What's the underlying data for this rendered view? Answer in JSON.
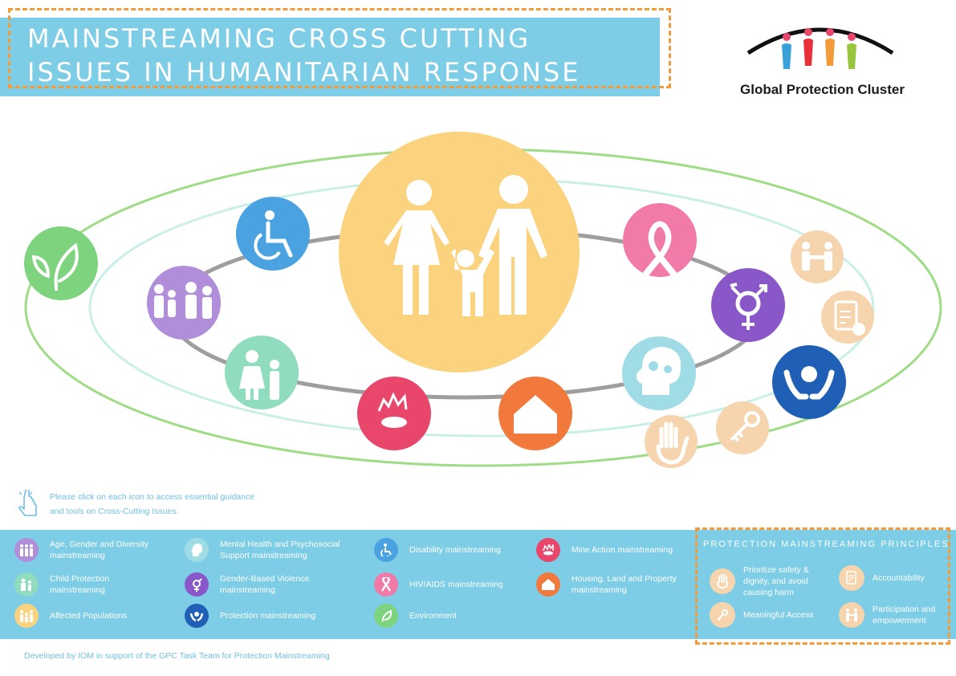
{
  "header": {
    "title_line1": "MAINSTREAMING CROSS CUTTING",
    "title_line2": "ISSUES IN HUMANITARIAN RESPONSE",
    "logo_text": "Global Protection Cluster"
  },
  "colors": {
    "header_bg": "#7ecde6",
    "dashed_accent": "#f39a3a",
    "family_circle": "#fbd27e",
    "environment": "#7ed37e",
    "disability": "#4aa3e0",
    "age_gender_diversity": "#b08ed9",
    "child_protection": "#8fdcbf",
    "mine_action": "#e8466b",
    "housing": "#f0793b",
    "hiv_aids": "#f27aa8",
    "gender_based_violence": "#8a57c9",
    "mental_health": "#9fdce6",
    "protection": "#1f5fb5",
    "principle_icon": "#f6d4ad"
  },
  "instruction_text": "Please click on each icon to access essential guidance and tools on Cross-Cutting Issues.",
  "legend": {
    "items": [
      {
        "label": "Age, Gender and Diversity mainstreaming",
        "icon": "family-group-icon"
      },
      {
        "label": "Child Protection mainstreaming",
        "icon": "child-protection-icon"
      },
      {
        "label": "Affected Populations",
        "icon": "affected-populations-icon"
      },
      {
        "label": "Mental Health and Psychosocial Support mainstreaming",
        "icon": "head-gears-icon"
      },
      {
        "label": "Gender-Based Violence mainstreaming",
        "icon": "gender-symbol-icon"
      },
      {
        "label": "Protection mainstreaming",
        "icon": "protecting-hands-icon"
      },
      {
        "label": "Disability mainstreaming",
        "icon": "wheelchair-icon"
      },
      {
        "label": "HIV/AIDS mainstreaming",
        "icon": "ribbon-icon"
      },
      {
        "label": "Environment",
        "icon": "leaf-icon"
      },
      {
        "label": "Mine Action mainstreaming",
        "icon": "mine-icon"
      },
      {
        "label": "Housing, Land and Property mainstreaming",
        "icon": "house-icon"
      }
    ]
  },
  "principles": {
    "title": "PROTECTION MAINSTREAMING PRINCIPLES",
    "items": [
      {
        "label": "Prioritize safety & dignity, and avoid causing harm",
        "icon": "stop-hand-icon"
      },
      {
        "label": "Accountability",
        "icon": "clipboard-check-icon"
      },
      {
        "label": "Meaningful Access",
        "icon": "key-icon"
      },
      {
        "label": "Participation and empowerment",
        "icon": "handshake-icon"
      }
    ]
  },
  "footer": "Developed by IOM in support of the GPC Task Team for Protection Mainstreaming"
}
